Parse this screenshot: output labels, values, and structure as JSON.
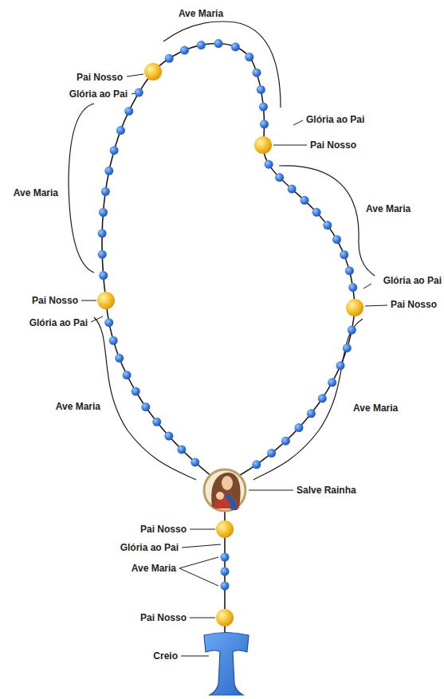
{
  "diagram": {
    "labels": [
      "Ave Maria",
      "Pai Nosso",
      "Glória ao Pai",
      "Glória ao Pai",
      "Pai Nosso",
      "Ave Maria",
      "Ave Maria",
      "Glória ao Pai",
      "Pai Nosso",
      "Pai Nosso",
      "Glória ao Pai",
      "Ave Maria",
      "Ave Maria",
      "Salve Rainha",
      "Pai Nosso",
      "Glória ao Pai",
      "Ave Maria",
      "Pai Nosso",
      "Creio"
    ]
  }
}
